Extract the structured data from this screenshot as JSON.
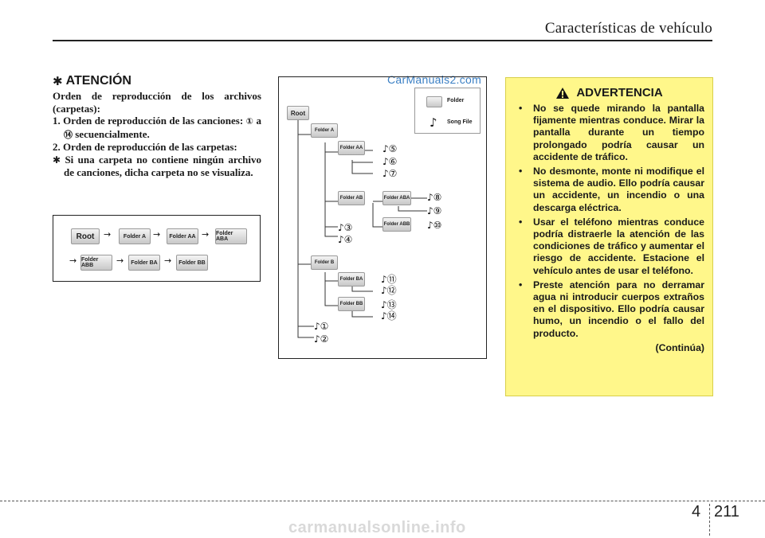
{
  "header": {
    "title": "Características de vehículo"
  },
  "watermark_top": "CarManuals2.com",
  "attention": {
    "icon": "asterisk-flower-icon",
    "title": "ATENCIÓN",
    "line1": "Orden de reproducción de los archivos (carpetas):",
    "item1_num": "1.",
    "item1_a": "Orden de reproducción de las canciones:",
    "item1_from": "①",
    "item1_to": "⑭",
    "item1_a_join": "a",
    "item1_b": "secuencialmente.",
    "item2_num": "2.",
    "item2": "Orden de reproducción de las carpetas:",
    "note_icon": "asterisk-bold-icon",
    "note": "Si una carpeta no contiene ningún archivo de canciones, dicha carpeta no se visualiza."
  },
  "sequence": {
    "row1": [
      "Root",
      "Folder A",
      "Folder AA",
      "Folder ABA"
    ],
    "row2": [
      "Folder ABB",
      "Folder BA",
      "Folder BB"
    ],
    "arrow": "→"
  },
  "tree": {
    "legend": {
      "folder_label": "Folder",
      "song_label": "Song File"
    },
    "root": "Root",
    "folder_a": "Folder A",
    "folder_aa": "Folder AA",
    "folder_ab": "Folder AB",
    "folder_aba": "Folder ABA",
    "folder_abb": "Folder ABB",
    "folder_b": "Folder B",
    "folder_ba": "Folder BA",
    "folder_bb": "Folder BB",
    "songs": [
      "♪⑤",
      "♪⑥",
      "♪⑦",
      "♪⑧",
      "♪⑨",
      "♪⑩",
      "♪③",
      "♪④",
      "♪⑪",
      "♪⑫",
      "♪⑬",
      "♪⑭",
      "♪①",
      "♪②"
    ]
  },
  "warning": {
    "icon": "warning-triangle-icon",
    "title": "ADVERTENCIA",
    "items": [
      "No se quede mirando la pantalla fijamente mientras conduce. Mirar la pantalla durante un tiempo prolongado podría causar un accidente de tráfico.",
      "No desmonte, monte ni modifique el sistema de audio. Ello podría causar un accidente, un incendio o una descarga eléctrica.",
      "Usar el teléfono mientras conduce podría distraerle la atención de las condiciones de tráfico y aumentar el riesgo de accidente. Estacione el vehículo antes de usar el teléfono.",
      "Preste atención para no derramar agua ni introducir cuerpos extraños en el dispositivo. Ello podría causar humo, un incendio o el fallo del producto."
    ],
    "continued": "(Continúa)"
  },
  "footer": {
    "chapter": "4",
    "page": "211",
    "watermark": "carmanualsonline.info"
  },
  "colors": {
    "warning_bg": "#fff78a",
    "watermark_blue": "#3a7fc4"
  }
}
